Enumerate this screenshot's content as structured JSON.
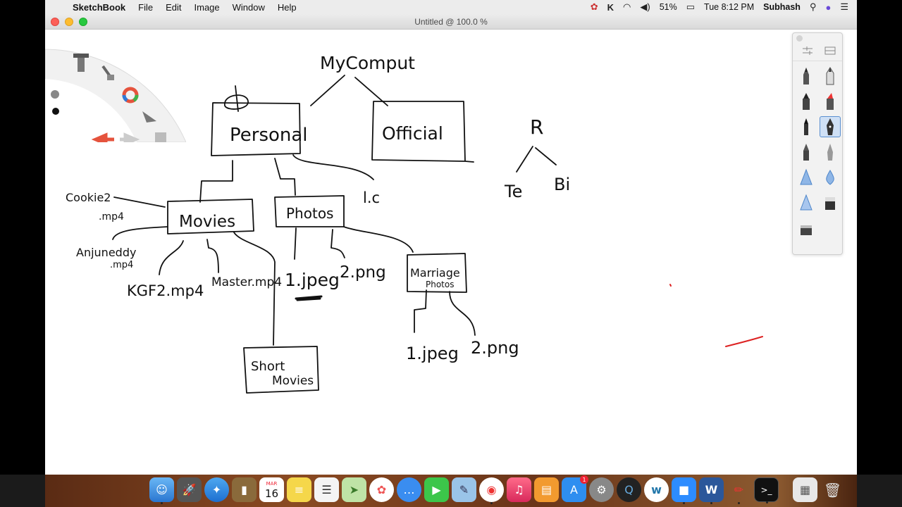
{
  "menubar": {
    "app_name": "SketchBook",
    "menus": [
      "File",
      "Edit",
      "Image",
      "Window",
      "Help"
    ],
    "battery": "51%",
    "clock": "Tue 8:12 PM",
    "user": "Subhash"
  },
  "window": {
    "title": "Untitled @ 100.0 %"
  },
  "sketch": {
    "root": "MyComput",
    "personal": "Personal",
    "official": "Official",
    "lc": "l.c",
    "movies": "Movies",
    "photos": "Photos",
    "cookie": "Cookie2",
    "cookie_ext": ".mp4",
    "anjaneya": "Anjuneddy",
    "anjaneya_ext": ".mp4",
    "kgf": "KGF2.mp4",
    "master": "Master.mp4",
    "jpeg1": "1.jpeg",
    "png2": "2.png",
    "marriage": "Marriage",
    "marriage_photos": "Photos",
    "short1": "Short",
    "short2": "Movies",
    "m_jpeg": "1.jpeg",
    "m_png": "2.png",
    "r": "R",
    "te": "Te",
    "bi": "Bi"
  },
  "dock": {
    "calendar_month": "MAR",
    "calendar_day": "16",
    "appstore_badge": "1"
  }
}
